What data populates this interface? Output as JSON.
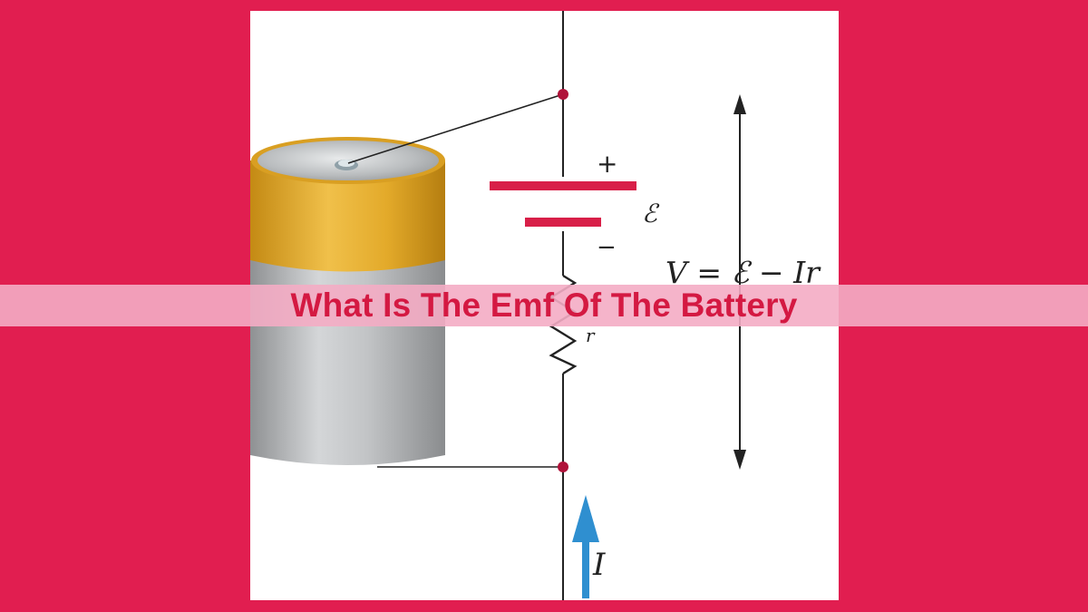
{
  "title": "What Is The Emf Of The Battery",
  "labels": {
    "positive": "+",
    "negative": "−",
    "emf": "ℰ",
    "terminal_voltage": "V = ℰ − Ir",
    "internal_resistance": "r",
    "current": "I"
  },
  "colors": {
    "background": "#e11e50",
    "banner": "#f4acc4",
    "title": "#d41942",
    "battery_plates": "#d81f48",
    "current_arrow": "#2f8fd0",
    "battery_cap": "#e3aa2a",
    "battery_body": "#b9bbbd",
    "node": "#b0133a"
  }
}
